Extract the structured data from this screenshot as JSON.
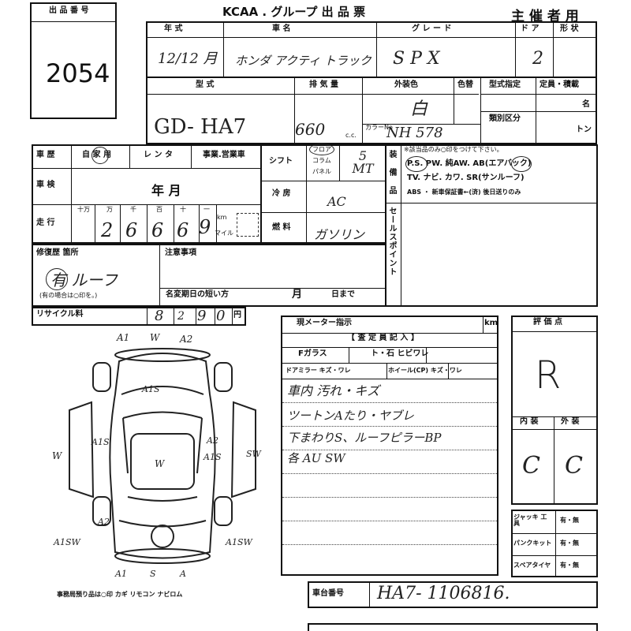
{
  "header": {
    "lot_label": "出 品 番 号",
    "lot_number": "2054",
    "org_title": "KCAA . グループ 出 品 票",
    "usage": "主 催 者 用"
  },
  "row1": {
    "labels": {
      "year": "年 式",
      "model_name": "車 名",
      "grade": "グ レ ー ド",
      "doors": "ド ア",
      "body": "形 状"
    },
    "values": {
      "year": "12/12 月",
      "model_name": "ホンダ アクティ トラック",
      "grade": "S P X",
      "doors": "2"
    }
  },
  "row2": {
    "labels": {
      "model_code": "型 式",
      "displacement": "排 気 量",
      "ext_color": "外装色",
      "color_code_hdr": "色替",
      "type_designation": "型式指定",
      "capacity": "定員・積載",
      "category": "類別区分",
      "persons_unit": "名",
      "ton_unit": "トン",
      "color_no_label": "カラーNo",
      "cc_unit": "c.c."
    },
    "values": {
      "model_code": "GD- HA7",
      "displacement": "660",
      "ext_color": "白",
      "color_no": "NH 578"
    }
  },
  "history": {
    "label": "車 歴",
    "options": [
      "自 家 用",
      "レ ン タ",
      "事業.営業車"
    ],
    "inspection_label": "車 検",
    "inspection_value": "年    月",
    "mileage_label": "走 行",
    "digit_headers": [
      "十万",
      "万",
      "千",
      "百",
      "十",
      "一"
    ],
    "digits": [
      "2",
      "6",
      "6",
      "6",
      "9"
    ],
    "km_label": "km",
    "mile_label": "マイル"
  },
  "specs": {
    "shift_label": "シフト",
    "shift_options": [
      "フロア",
      "コラム",
      "パネル"
    ],
    "shift_value": "5 MT",
    "ac_label": "冷 房",
    "ac_value": "AC",
    "fuel_label": "燃 料",
    "fuel_value": "ガソリン"
  },
  "equipment": {
    "label": "装 備 品",
    "note": "※該当品のみ○印をつけて下さい。",
    "line1": "P.S. PW. 純AW. AB(エアバック)",
    "line2": "TV. ナビ. カワ. SR(サンルーフ)",
    "line3": "ABS ・ 新車保証書←(済) 後日送りのみ",
    "sales_label": "セールスポイント"
  },
  "repair": {
    "label": "修復歴 箇所",
    "sub": "(有の場合は○印を。)",
    "value": "有  ルーフ",
    "notes_label": "注意事項",
    "name_change_label": "名変期日の短い方",
    "month_label": "月",
    "day_label": "日まで"
  },
  "recycle": {
    "label": "リサイクル料",
    "digits": [
      "8",
      "2",
      "9",
      "0"
    ],
    "unit": "円"
  },
  "inspector": {
    "meter_label": "現メーター指示",
    "km_unit": "km",
    "report_label": "【 査 定 員 記 入 】",
    "glass_label": "Fガラス",
    "glass_options": "ト・石  ヒビワレ",
    "mirror_label": "ドアミラー キズ・ワレ",
    "wheel_label": "ホイール(CP) キズ・ワレ",
    "notes": [
      "車内 汚れ・キズ",
      "ツートンAたり・ヤブレ",
      "下まわりS、ルーフピラーBP",
      "各 AU SW"
    ]
  },
  "grades": {
    "label": "評 価 点",
    "overall": "R",
    "interior_label": "内 装",
    "exterior_label": "外 装",
    "interior": "C",
    "exterior": "C"
  },
  "accessories": {
    "items": [
      {
        "label": "ジャッキ 工具",
        "value": "有・無"
      },
      {
        "label": "パンクキット",
        "value": "有・無"
      },
      {
        "label": "スペアタイヤ",
        "value": "有・無"
      }
    ]
  },
  "chassis": {
    "label": "車台番号",
    "value": "HA7- 1106816."
  },
  "diagram": {
    "labels": [
      "A1",
      "W",
      "A2",
      "A1S",
      "A1S",
      "A2",
      "W",
      "A1S",
      "SW",
      "W",
      "A2",
      "A1SW",
      "A1SW",
      "A1",
      "S",
      "A"
    ],
    "footer": "事務局預り品は○印  カギ  リモコン  ナビロム"
  }
}
